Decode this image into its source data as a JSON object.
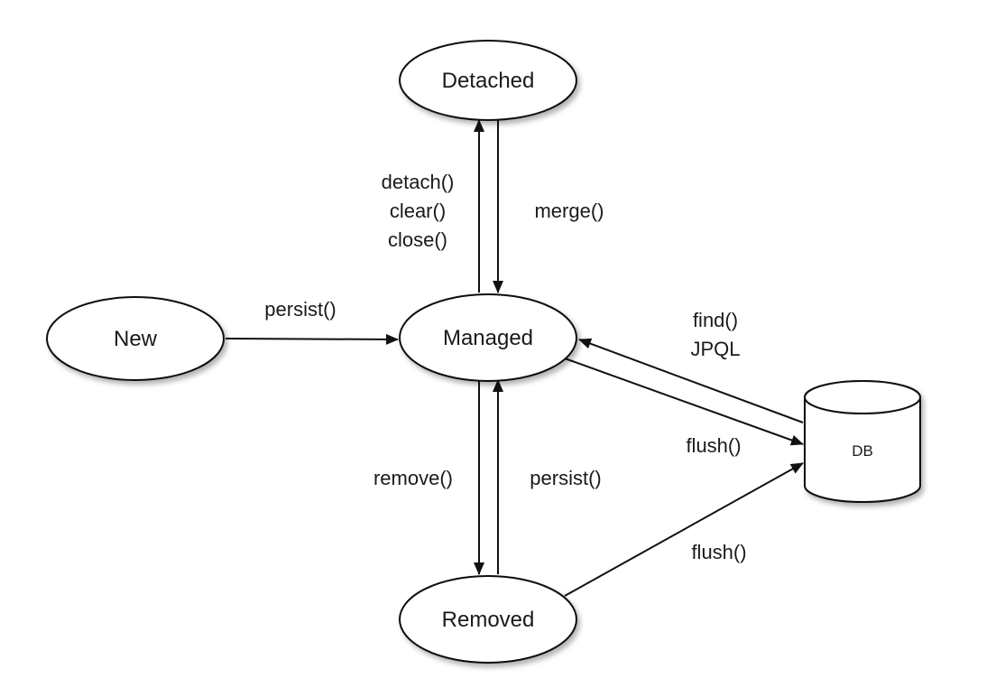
{
  "states": {
    "new": "New",
    "managed": "Managed",
    "detached": "Detached",
    "removed": "Removed",
    "db": "DB"
  },
  "transitions": {
    "new_to_managed": [
      "persist()"
    ],
    "managed_to_detached": [
      "detach()",
      "clear()",
      "close()"
    ],
    "detached_to_managed": [
      "merge()"
    ],
    "managed_to_removed": [
      "remove()"
    ],
    "removed_to_managed": [
      "persist()"
    ],
    "db_to_managed": [
      "find()",
      "JPQL"
    ],
    "managed_to_db": [
      "flush()"
    ],
    "removed_to_db": [
      "flush()"
    ]
  }
}
